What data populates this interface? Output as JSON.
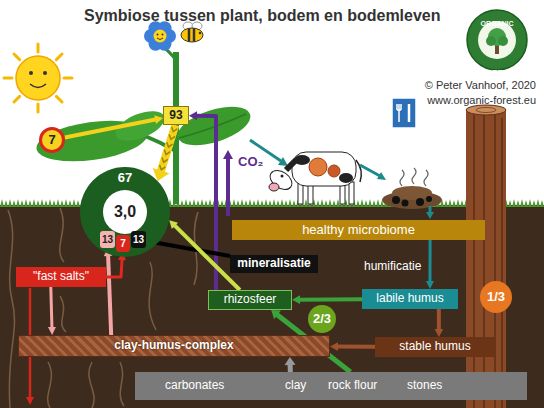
{
  "diagram": {
    "title": "Symbiose tussen plant, bodem en bodemleven",
    "nodes": [
      {
        "text": [
          "7"
        ]
      },
      {
        "text": [
          "93"
        ]
      },
      {
        "text": [
          "67"
        ]
      },
      {
        "text": [
          "3,0"
        ],
        "in": 2
      },
      {
        "text": [
          "13"
        ],
        "in": 2
      },
      {
        "text": [
          "7"
        ],
        "in": 2
      },
      {
        "text": [
          "13"
        ],
        "in": 2
      },
      {
        "text": [
          "healthy microbiome"
        ]
      },
      {
        "text": [
          "\"fast salts\""
        ]
      },
      {
        "text": [
          "mineralisatie"
        ]
      },
      {
        "text": [
          "labile humus"
        ]
      },
      {
        "text": [
          "1/3"
        ]
      },
      {
        "text": [
          "rhizosfeer"
        ]
      },
      {
        "text": [
          "2/3"
        ]
      },
      {
        "text": [
          "clay-humus-complex"
        ]
      },
      {
        "text": [
          "stable humus"
        ]
      },
      {
        "text": [
          "carbonates",
          "clay",
          "rock flour",
          "stones"
        ]
      }
    ],
    "edges": [
      {
        "from": 0,
        "to": 1,
        "arrow": "to"
      },
      {
        "from": 1,
        "to": 2,
        "arrow": "to"
      },
      {
        "from": 12,
        "to": 1,
        "label": "CO₂",
        "arrow": "to"
      },
      {
        "from": 7,
        "to": 10,
        "label": "humificatie",
        "arrow": "to"
      },
      {
        "from": 9,
        "to": 6,
        "arrow": "to"
      },
      {
        "from": 12,
        "to": 2,
        "arrow": "to"
      },
      {
        "from": 10,
        "to": 12,
        "arrow": "to"
      },
      {
        "from": 10,
        "to": 15,
        "arrow": "to"
      },
      {
        "from": 15,
        "to": 14,
        "arrow": "to"
      },
      {
        "from": 14,
        "to": 4,
        "arrow": "to"
      },
      {
        "from": 8,
        "to": 5,
        "arrow": "to"
      },
      {
        "from": 8,
        "to": 14,
        "arrow": "to"
      },
      {
        "from": 16,
        "to": 14,
        "arrow": "to"
      },
      {
        "from": 16,
        "to": 12,
        "arrow": "to"
      }
    ],
    "labels": [
      "ORGANIC",
      "FOREST",
      "© Peter Vanhoof, 2020",
      "www.organic-forest.eu"
    ]
  }
}
